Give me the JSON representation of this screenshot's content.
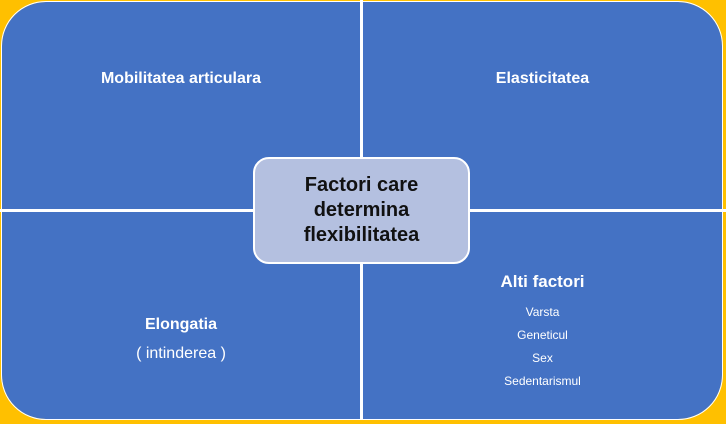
{
  "diagram": {
    "type": "quadrant-matrix",
    "center": {
      "lines": [
        "Factori care",
        "determina",
        "flexibilitatea"
      ]
    },
    "quadrants": {
      "top_left": {
        "title": "Mobilitatea articulara"
      },
      "top_right": {
        "title": "Elasticitatea"
      },
      "bottom_left": {
        "title": "Elongatia",
        "subtitle": "( intinderea )"
      },
      "bottom_right": {
        "title": "Alti factori",
        "items": [
          "Varsta",
          "Geneticul",
          "Sex",
          "Sedentarismul"
        ]
      }
    },
    "colors": {
      "background_accent": "#ffc000",
      "quadrant_fill": "#4472c4",
      "center_fill": "#b4c0e0",
      "separator": "#ffffff",
      "quadrant_text": "#ffffff",
      "center_text": "#111111"
    }
  }
}
